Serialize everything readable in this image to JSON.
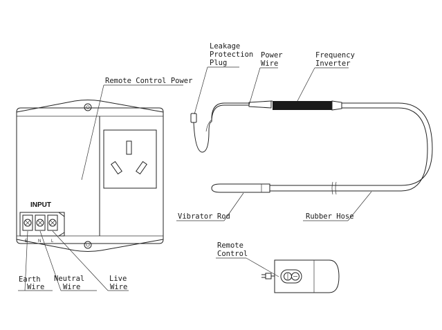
{
  "labels": {
    "remote_control_power": "Remote Control Power",
    "leakage_1": "Leakage",
    "leakage_2": "Protection",
    "leakage_3": "Plug",
    "power_1": "Power",
    "power_2": "Wire",
    "freq_1": "Frequency",
    "freq_2": "Inverter",
    "input": "INPUT",
    "term_e": "E",
    "term_n": "N",
    "term_l": "L",
    "vibrator_rod": "Vibrator Rod",
    "rubber_hose": "Rubber Hose",
    "remote_1": "Remote",
    "remote_2": "Control",
    "earth_1": "Earth",
    "earth_2": "Wire",
    "neutral_1": "Neutral",
    "neutral_2": "Wire",
    "live_1": "Live",
    "live_2": "Wire"
  }
}
